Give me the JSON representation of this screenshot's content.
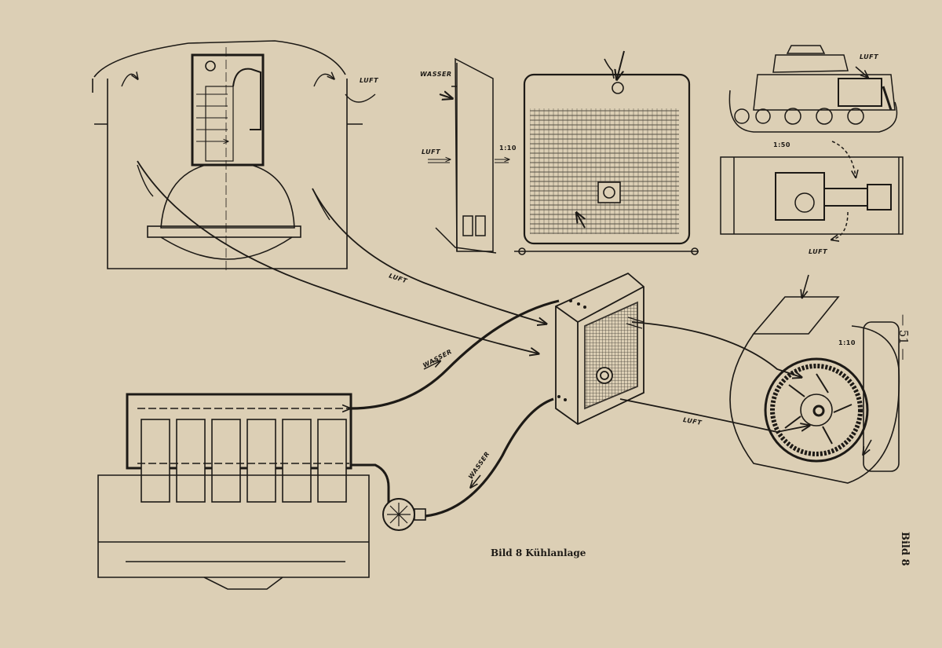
{
  "caption": "Bild 8  Kühlanlage",
  "page_number": "— 51 —",
  "side_caption": "Bild 8",
  "labels": {
    "luft_top": "LUFT",
    "wasser_top": "WASSER",
    "luft_side": "LUFT",
    "scale_radiator": "1:10",
    "luft_tank": "LUFT",
    "scale_tank": "1:50",
    "luft_plan": "LUFT",
    "luft_pipe": "LUFT",
    "scale_fan": "1:10",
    "wasser_in": "WASSER",
    "wasser_out": "WASSER",
    "luft_fan": "LUFT"
  },
  "colors": {
    "paper": "#dccfb5",
    "ink": "#1d1a16"
  }
}
